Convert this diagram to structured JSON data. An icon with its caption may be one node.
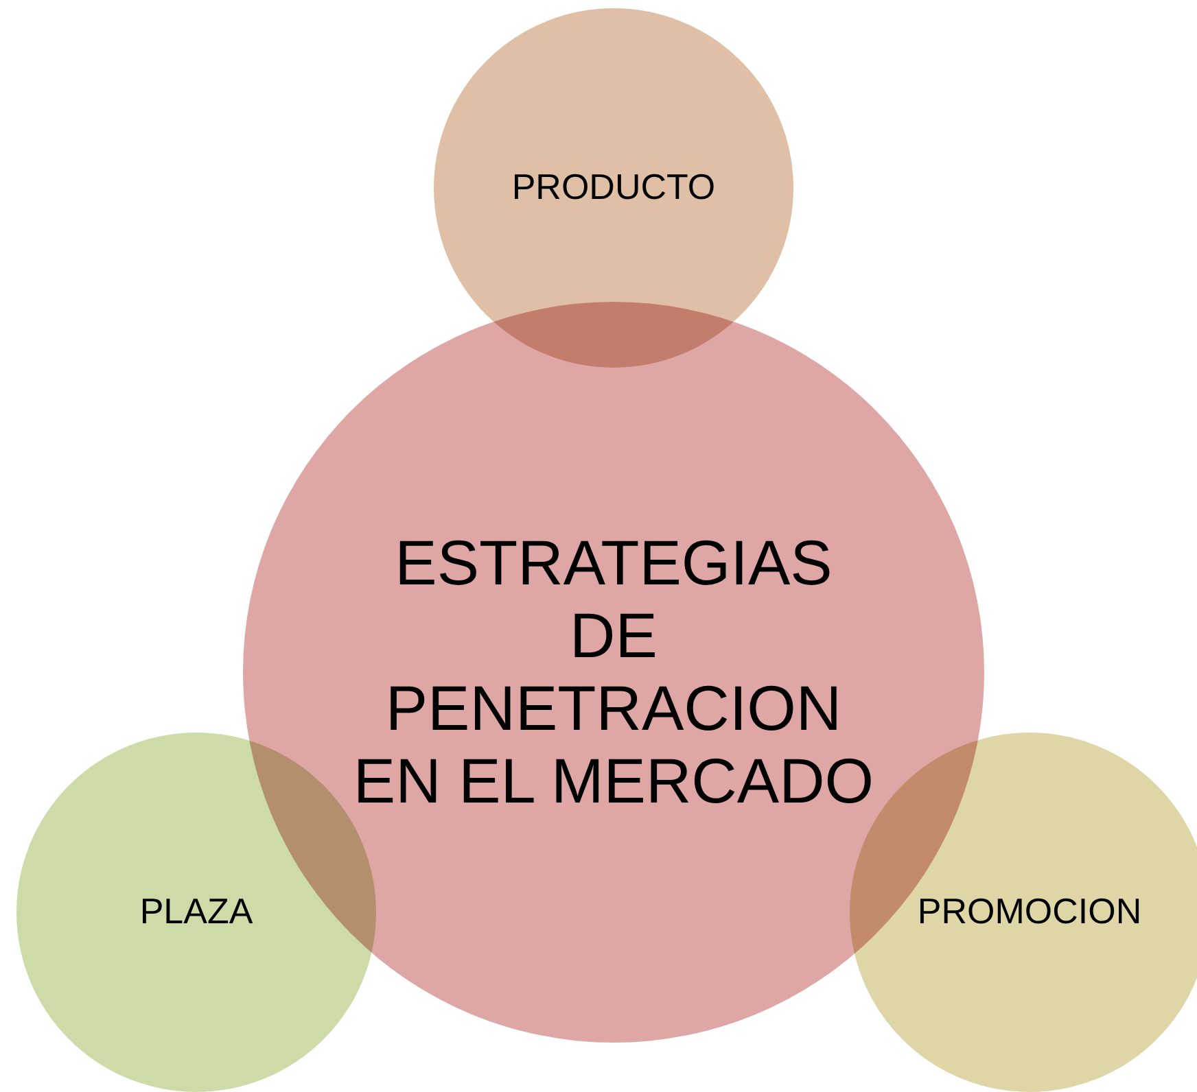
{
  "diagram": {
    "nodes": [
      {
        "text": [
          "PRODUCTO"
        ]
      },
      {
        "text": [
          "ESTRATEGIAS DE PENETRACION EN EL MERCADO"
        ]
      },
      {
        "text": [
          "PLAZA"
        ]
      },
      {
        "text": [
          "PROMOCION"
        ]
      }
    ]
  }
}
